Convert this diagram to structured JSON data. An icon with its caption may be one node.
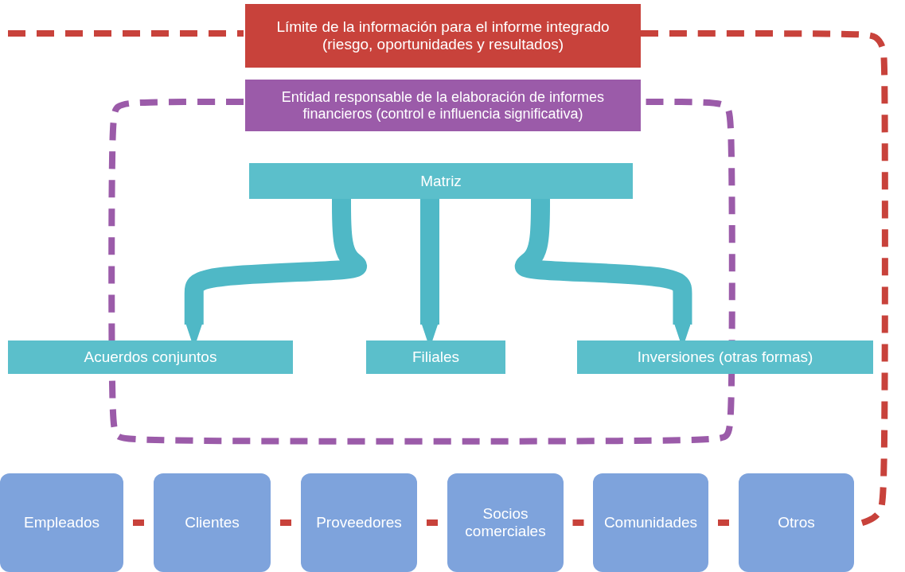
{
  "diagram": {
    "nodes": [
      {
        "text": [
          "Límite de la información para el informe integrado (riesgo, oportunidades y resultados)"
        ]
      },
      {
        "text": [
          "Entidad responsable de la elaboración de informes financieros (control e influencia significativa)"
        ]
      },
      {
        "text": [
          "Matriz"
        ]
      },
      {
        "text": [
          "Acuerdos conjuntos"
        ]
      },
      {
        "text": [
          "Filiales"
        ]
      },
      {
        "text": [
          "Inversiones (otras formas)"
        ]
      },
      {
        "text": [
          "Empleados"
        ]
      },
      {
        "text": [
          "Clientes"
        ]
      },
      {
        "text": [
          "Proveedores"
        ]
      },
      {
        "text": [
          "Socios comerciales"
        ]
      },
      {
        "text": [
          "Comunidades"
        ]
      },
      {
        "text": [
          "Otros"
        ]
      }
    ],
    "edges": [
      {
        "from": 2,
        "to": 3,
        "arrow": "to",
        "style": "thick",
        "color": "#4fb8c6"
      },
      {
        "from": 2,
        "to": 4,
        "arrow": "to",
        "style": "thick",
        "color": "#4fb8c6"
      },
      {
        "from": 2,
        "to": 5,
        "arrow": "to",
        "style": "thick",
        "color": "#4fb8c6"
      },
      {
        "from": 6,
        "to": 7,
        "arrow": "none",
        "style": "dashed"
      },
      {
        "from": 7,
        "to": 8,
        "arrow": "none",
        "style": "dashed"
      },
      {
        "from": 8,
        "to": 9,
        "arrow": "none",
        "style": "dashed"
      },
      {
        "from": 9,
        "to": 10,
        "arrow": "none",
        "style": "dashed"
      },
      {
        "from": 10,
        "to": 11,
        "arrow": "none",
        "style": "dashed"
      },
      {
        "from": 0,
        "to": 11,
        "arrow": "none",
        "style": "dashed"
      }
    ]
  }
}
